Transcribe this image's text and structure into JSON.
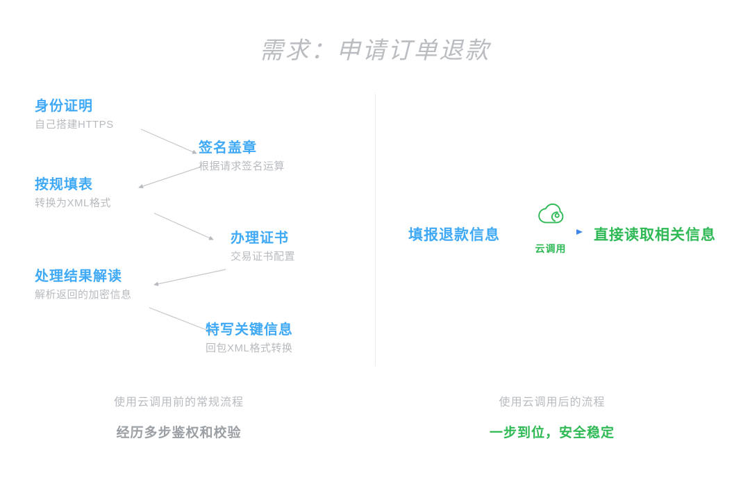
{
  "title": "需求：申请订单退款",
  "colors": {
    "blue": "#3fa9f5",
    "green": "#2eb955",
    "gray_text": "#b7bbbf",
    "title_gray": "#b9bcc0",
    "arrow_gray": "#c3c6ca",
    "divider": "#ececee"
  },
  "left_flow": {
    "steps": [
      {
        "title": "身份证明",
        "sub": "自己搭建HTTPS"
      },
      {
        "title": "签名盖章",
        "sub": "根据请求签名运算"
      },
      {
        "title": "按规填表",
        "sub": "转换为XML格式"
      },
      {
        "title": "办理证书",
        "sub": "交易证书配置"
      },
      {
        "title": "处理结果解读",
        "sub": "解析返回的加密信息"
      },
      {
        "title": "特写关键信息",
        "sub": "回包XML格式转换"
      }
    ]
  },
  "right_flow": {
    "from": "填报退款信息",
    "to": "直接读取相关信息",
    "arrow_label": "云调用",
    "icon": "cloud-swirl-icon"
  },
  "captions": {
    "left": {
      "top": "使用云调用前的常规流程",
      "bottom": "经历多步鉴权和校验"
    },
    "right": {
      "top": "使用云调用后的流程",
      "bottom": "一步到位，安全稳定"
    }
  }
}
